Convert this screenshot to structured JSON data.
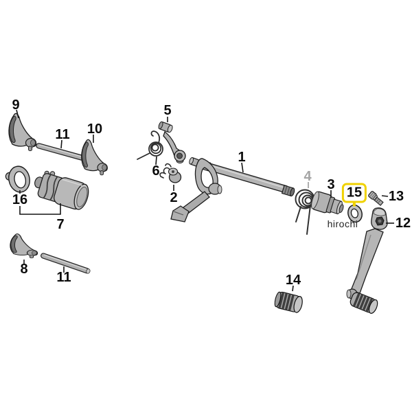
{
  "diagram": {
    "type": "exploded-parts-diagram",
    "highlighted_part": "15"
  },
  "watermark": "hirochi",
  "colors": {
    "background": "#ffffff",
    "part_fill": "#b5b5b5",
    "part_fill_light": "#c9c9c9",
    "part_fill_dark": "#8d8d8d",
    "outline": "#1c1c1c",
    "label_color": "#0b0b0b",
    "muted_label_color": "#a4a4a4",
    "highlight_box_yellow": "#f0d200"
  },
  "callouts": {
    "p1": {
      "label": "1"
    },
    "p2": {
      "label": "2"
    },
    "p3": {
      "label": "3"
    },
    "p4": {
      "label": "4",
      "muted": true
    },
    "p5": {
      "label": "5"
    },
    "p6": {
      "label": "6"
    },
    "p7": {
      "label": "7"
    },
    "p8": {
      "label": "8"
    },
    "p9": {
      "label": "9"
    },
    "p10": {
      "label": "10"
    },
    "p11a": {
      "label": "11"
    },
    "p11b": {
      "label": "11"
    },
    "p12": {
      "label": "12"
    },
    "p13": {
      "label": "13"
    },
    "p14": {
      "label": "14"
    },
    "p15": {
      "label": "15",
      "highlighted": true
    },
    "p16": {
      "label": "16"
    }
  }
}
